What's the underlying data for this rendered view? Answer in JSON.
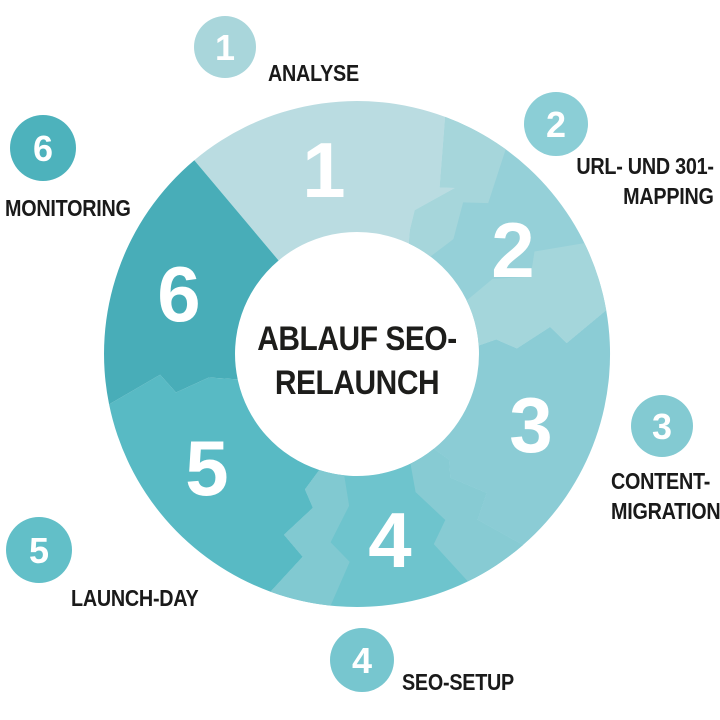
{
  "title": {
    "lines": [
      "ABLAUF SEO-",
      "RELAUNCH"
    ]
  },
  "steps": [
    {
      "number": "1",
      "label": "ANALYSE",
      "label_lines": [
        "ANALYSE"
      ],
      "segment_color": "#badce1",
      "badge_color": "#a9d6db"
    },
    {
      "number": "2",
      "label": "URL- UND 301-MAPPING",
      "label_lines": [
        "URL- UND 301-",
        "MAPPING"
      ],
      "segment_color": "#95d0d8",
      "badge_color": "#8bced6"
    },
    {
      "number": "3",
      "label": "CONTENT-MIGRATION",
      "label_lines": [
        "CONTENT-",
        "MIGRATION"
      ],
      "segment_color": "#8bccd5",
      "badge_color": "#83cad2"
    },
    {
      "number": "4",
      "label": "SEO-SETUP",
      "label_lines": [
        "SEO-SETUP"
      ],
      "segment_color": "#6ec4cd",
      "badge_color": "#77c6cf"
    },
    {
      "number": "5",
      "label": "LAUNCH-DAY",
      "label_lines": [
        "LAUNCH-DAY"
      ],
      "segment_color": "#58bac4",
      "badge_color": "#62bfc8"
    },
    {
      "number": "6",
      "label": "MONITORING",
      "label_lines": [
        "MONITORING"
      ],
      "segment_color": "#48adb8",
      "badge_color": "#4db2bc"
    }
  ],
  "transition_colors": {
    "t12": "#a6d6db",
    "t23": "#a4d6db",
    "t34": "#87cbd3",
    "t45": "#81c9d1"
  },
  "number_color": "#ffffff",
  "title_color": "#1d1d1b",
  "label_color": "#1a1a1a",
  "background_color": "#ffffff"
}
